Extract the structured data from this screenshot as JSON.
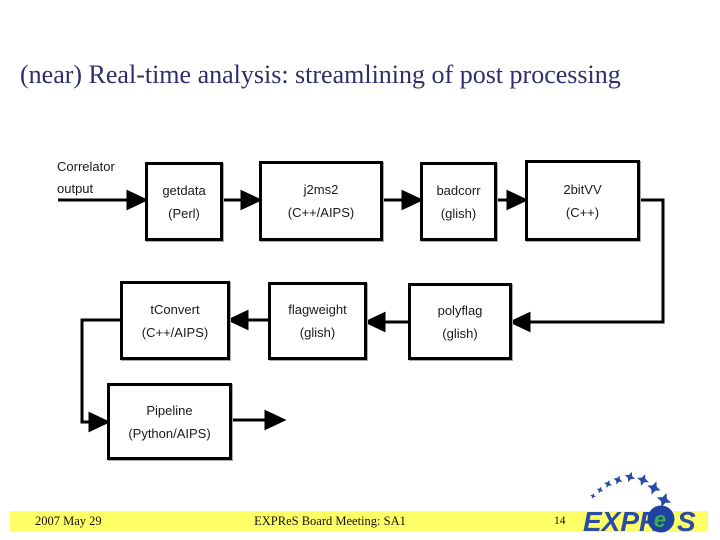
{
  "slide": {
    "title": "(near) Real-time analysis: streamlining of post processing"
  },
  "diagram": {
    "input_label": {
      "line1": "Correlator",
      "line2": "output"
    },
    "nodes": [
      {
        "name": "getdata",
        "lang": "(Perl)"
      },
      {
        "name": "j2ms2",
        "lang": "(C++/AIPS)"
      },
      {
        "name": "badcorr",
        "lang": "(glish)"
      },
      {
        "name": "2bitVV",
        "lang": "(C++)"
      },
      {
        "name": "tConvert",
        "lang": "(C++/AIPS)"
      },
      {
        "name": "flagweight",
        "lang": "(glish)"
      },
      {
        "name": "polyflag",
        "lang": "(glish)"
      },
      {
        "name": "Pipeline",
        "lang": "(Python/AIPS)"
      }
    ],
    "flow_description": "Correlator output -> getdata -> j2ms2 -> badcorr -> 2bitVV -> polyflag -> flagweight -> tConvert -> Pipeline -> out"
  },
  "footer": {
    "date": "2007 May 29",
    "meeting": "EXPReS Board Meeting: SA1",
    "page_number": "14"
  },
  "logo": {
    "text_prefix": "EXPR",
    "text_e": "e",
    "text_suffix": "S"
  },
  "theme": {
    "title_color": "#2e2e6e",
    "band_color": "#ffff66",
    "logo_blue": "#2b4ca6",
    "logo_circle_blue": "#1e43a0",
    "logo_green": "#3db045",
    "line_color": "#000000"
  }
}
